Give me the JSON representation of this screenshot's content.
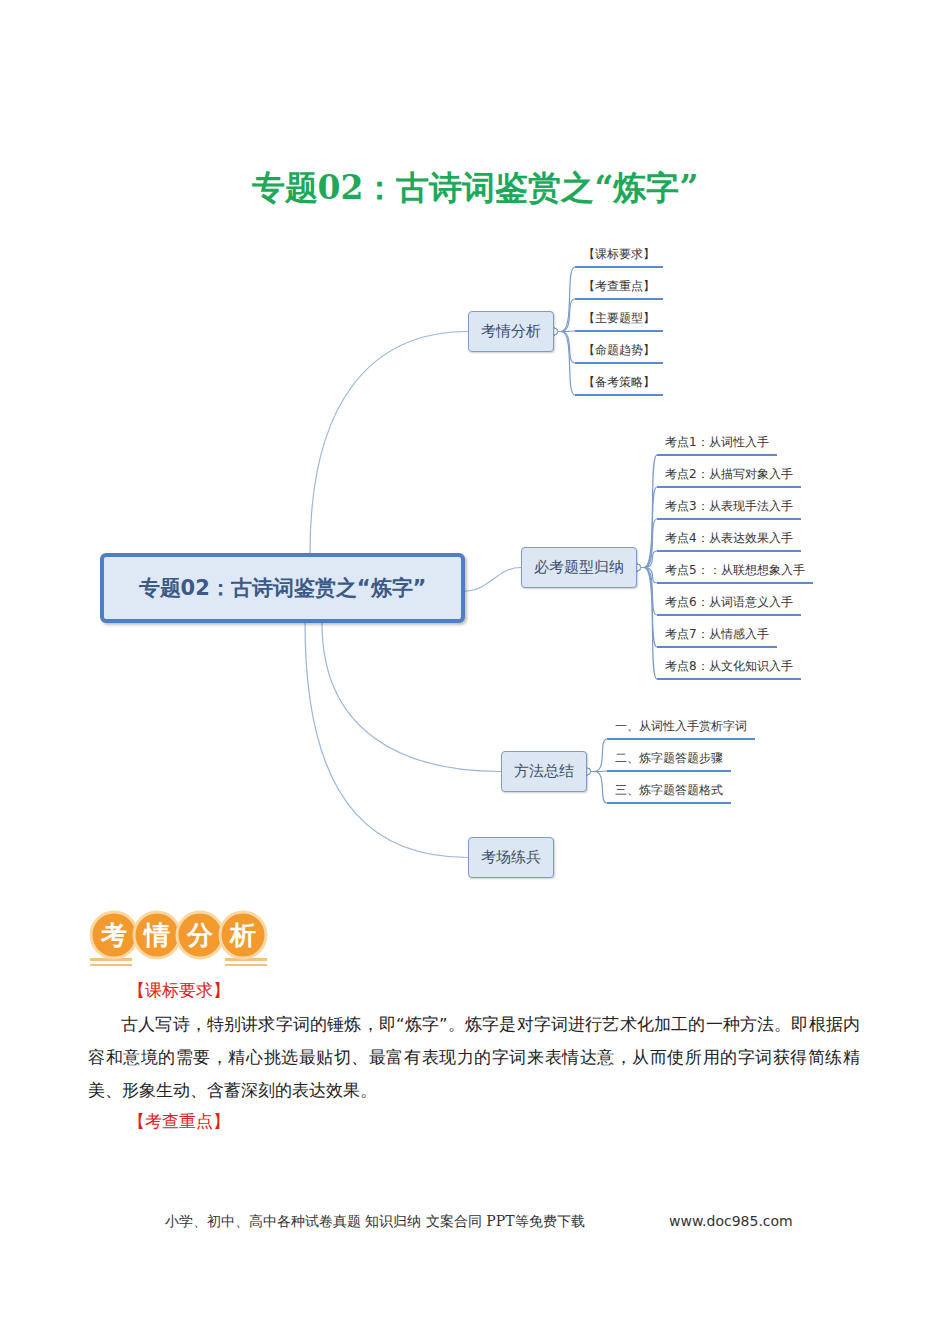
{
  "diagram": {
    "title": "专题02：古诗词鉴赏之“炼字”",
    "nodes": [
      {
        "text": [
          "专题02：古诗词鉴赏之“炼字”"
        ]
      },
      {
        "text": [
          "考情分析"
        ]
      },
      {
        "text": [
          "【课标要求】"
        ]
      },
      {
        "text": [
          "【考查重点】"
        ]
      },
      {
        "text": [
          "【主要题型】"
        ]
      },
      {
        "text": [
          "【命题趋势】"
        ]
      },
      {
        "text": [
          "【备考策略】"
        ]
      },
      {
        "text": [
          "必考题型归纳"
        ]
      },
      {
        "text": [
          "考点1：从词性入手"
        ]
      },
      {
        "text": [
          "考点2：从描写对象入手"
        ]
      },
      {
        "text": [
          "考点3：从表现手法入手"
        ]
      },
      {
        "text": [
          "考点4：从表达效果入手"
        ]
      },
      {
        "text": [
          "考点5：：从联想想象入手"
        ]
      },
      {
        "text": [
          "考点6：从词语意义入手"
        ]
      },
      {
        "text": [
          "考点7：从情感入手"
        ]
      },
      {
        "text": [
          "考点8：从文化知识入手"
        ]
      },
      {
        "text": [
          "方法总结"
        ]
      },
      {
        "text": [
          "一、从词性入手赏析字词"
        ]
      },
      {
        "text": [
          "二、炼字题答题步骤"
        ]
      },
      {
        "text": [
          "三、炼字题答题格式"
        ]
      },
      {
        "text": [
          "考场练兵"
        ]
      }
    ],
    "edges": [
      {
        "from": 0,
        "to": 1,
        "arrow": "none"
      },
      {
        "from": 1,
        "to": 2,
        "arrow": "none"
      },
      {
        "from": 1,
        "to": 3,
        "arrow": "none"
      },
      {
        "from": 1,
        "to": 4,
        "arrow": "none"
      },
      {
        "from": 1,
        "to": 5,
        "arrow": "none"
      },
      {
        "from": 1,
        "to": 6,
        "arrow": "none"
      },
      {
        "from": 0,
        "to": 7,
        "arrow": "none"
      },
      {
        "from": 7,
        "to": 8,
        "arrow": "none"
      },
      {
        "from": 7,
        "to": 9,
        "arrow": "none"
      },
      {
        "from": 7,
        "to": 10,
        "arrow": "none"
      },
      {
        "from": 7,
        "to": 11,
        "arrow": "none"
      },
      {
        "from": 7,
        "to": 12,
        "arrow": "none"
      },
      {
        "from": 7,
        "to": 13,
        "arrow": "none"
      },
      {
        "from": 7,
        "to": 14,
        "arrow": "none"
      },
      {
        "from": 7,
        "to": 15,
        "arrow": "none"
      },
      {
        "from": 0,
        "to": 16,
        "arrow": "none"
      },
      {
        "from": 16,
        "to": 17,
        "arrow": "none"
      },
      {
        "from": 16,
        "to": 18,
        "arrow": "none"
      },
      {
        "from": 16,
        "to": 19,
        "arrow": "none"
      },
      {
        "from": 0,
        "to": 20,
        "arrow": "none"
      }
    ],
    "labels": [
      "考情分析",
      "【课标要求】",
      "古人写诗，特别讲求字词的锤炼，即“炼字”。炼字是对字词进行艺术化加工的一种方法。即根据内容和意境的需要，精心挑选最贴切、最富有表现力的字词来表情达意，从而使所用的字词获得简练精美、形象生动、含蓄深刻的表达效果。",
      "【考查重点】",
      "小学、初中、高中各种试卷真题 知识归纳 文案合同 PPT等免费下载",
      "www.doc985.com"
    ]
  }
}
